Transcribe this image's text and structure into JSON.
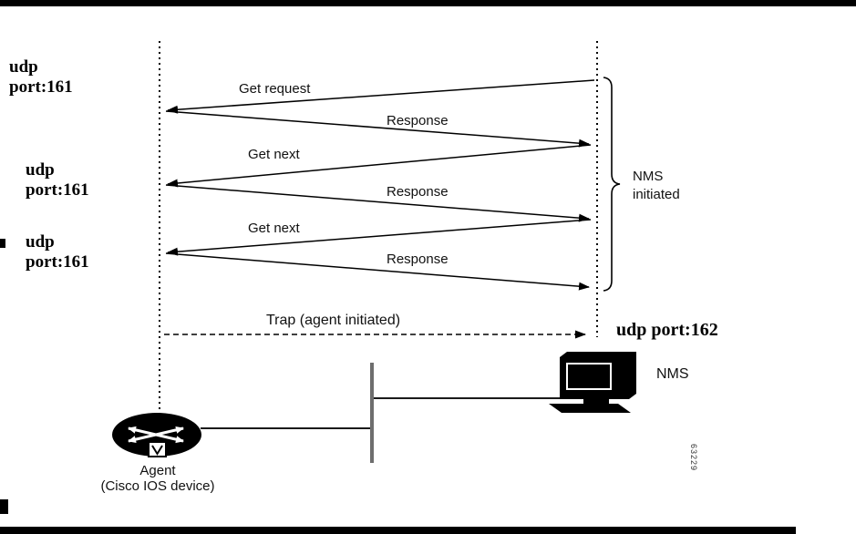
{
  "udp_ports": [
    {
      "line1": "udp",
      "line2": "port:161"
    },
    {
      "line1": "udp",
      "line2": "port:161"
    },
    {
      "line1": "udp",
      "line2": "port:161"
    }
  ],
  "nms_port_label": "udp port:162",
  "messages": [
    {
      "label": "Get request",
      "direction": "nms-to-agent"
    },
    {
      "label": "Response",
      "direction": "agent-to-nms"
    },
    {
      "label": "Get next",
      "direction": "nms-to-agent"
    },
    {
      "label": "Response",
      "direction": "agent-to-nms"
    },
    {
      "label": "Get next",
      "direction": "nms-to-agent"
    },
    {
      "label": "Response",
      "direction": "agent-to-nms"
    }
  ],
  "trap_label": "Trap (agent initiated)",
  "brace_label": {
    "line1": "NMS",
    "line2": "initiated"
  },
  "agent": {
    "title": "Agent",
    "subtitle": "(Cisco IOS device)"
  },
  "nms": {
    "title": "NMS"
  },
  "figure_number": "63229",
  "colors": {
    "ink": "#000000",
    "background": "#ffffff",
    "segment_bar": "#6e6e6e"
  }
}
